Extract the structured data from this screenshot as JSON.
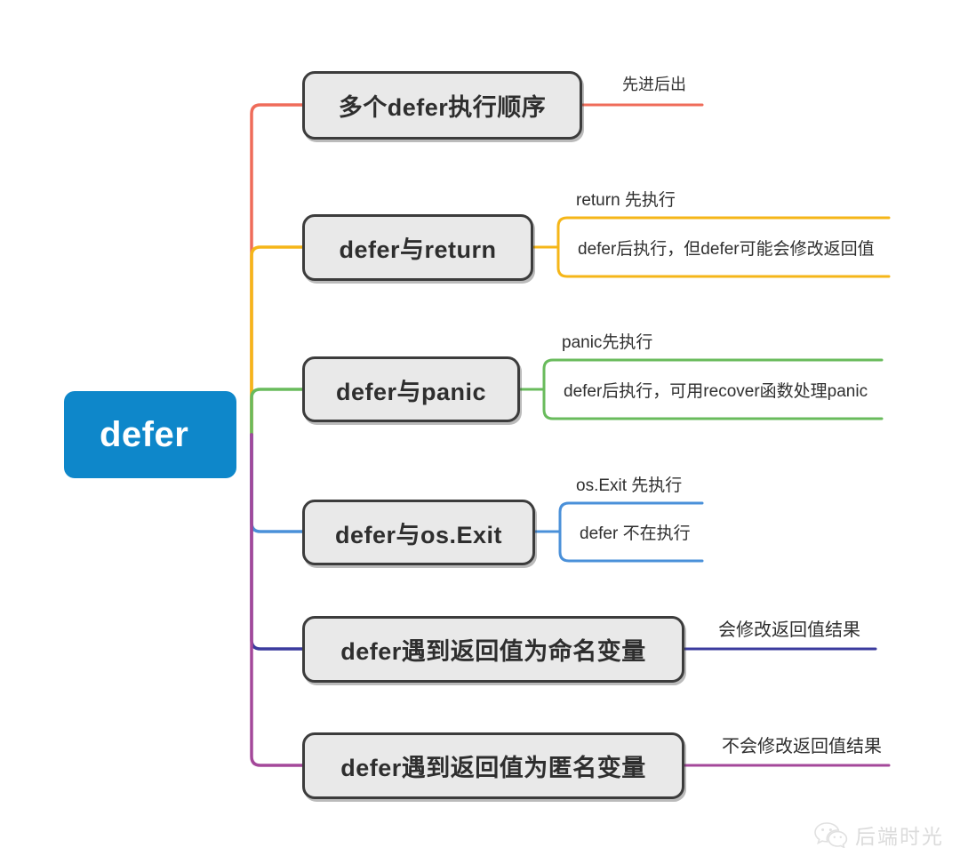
{
  "diagram": {
    "type": "mindmap",
    "background": "#ffffff",
    "root": {
      "label": "defer",
      "color": "#0e87ca",
      "text_color": "#ffffff"
    },
    "node_style": {
      "fill": "#e9e9e9",
      "border": "#3c3c3c",
      "text_color": "#2e2e2e"
    },
    "branches": [
      {
        "label": "多个defer执行顺序",
        "line_color": "#ef6c5a",
        "details": [
          "先进后出"
        ]
      },
      {
        "label": "defer与return",
        "line_color": "#f5b618",
        "details": [
          "return 先执行",
          "defer后执行，但defer可能会修改返回值"
        ]
      },
      {
        "label": "defer与panic",
        "line_color": "#69bb5c",
        "details": [
          "panic先执行",
          "defer后执行，可用recover函数处理panic"
        ]
      },
      {
        "label": "defer与os.Exit",
        "line_color": "#4a90d9",
        "details": [
          "os.Exit 先执行",
          "defer 不在执行"
        ]
      },
      {
        "label": "defer遇到返回值为命名变量",
        "line_color": "#3b3b9e",
        "details": [
          "会修改返回值结果"
        ]
      },
      {
        "label": "defer遇到返回值为匿名变量",
        "line_color": "#a4489a",
        "details": [
          "不会修改返回值结果"
        ]
      }
    ]
  },
  "watermark": {
    "icon": "wechat-icon",
    "text": "后端时光"
  }
}
